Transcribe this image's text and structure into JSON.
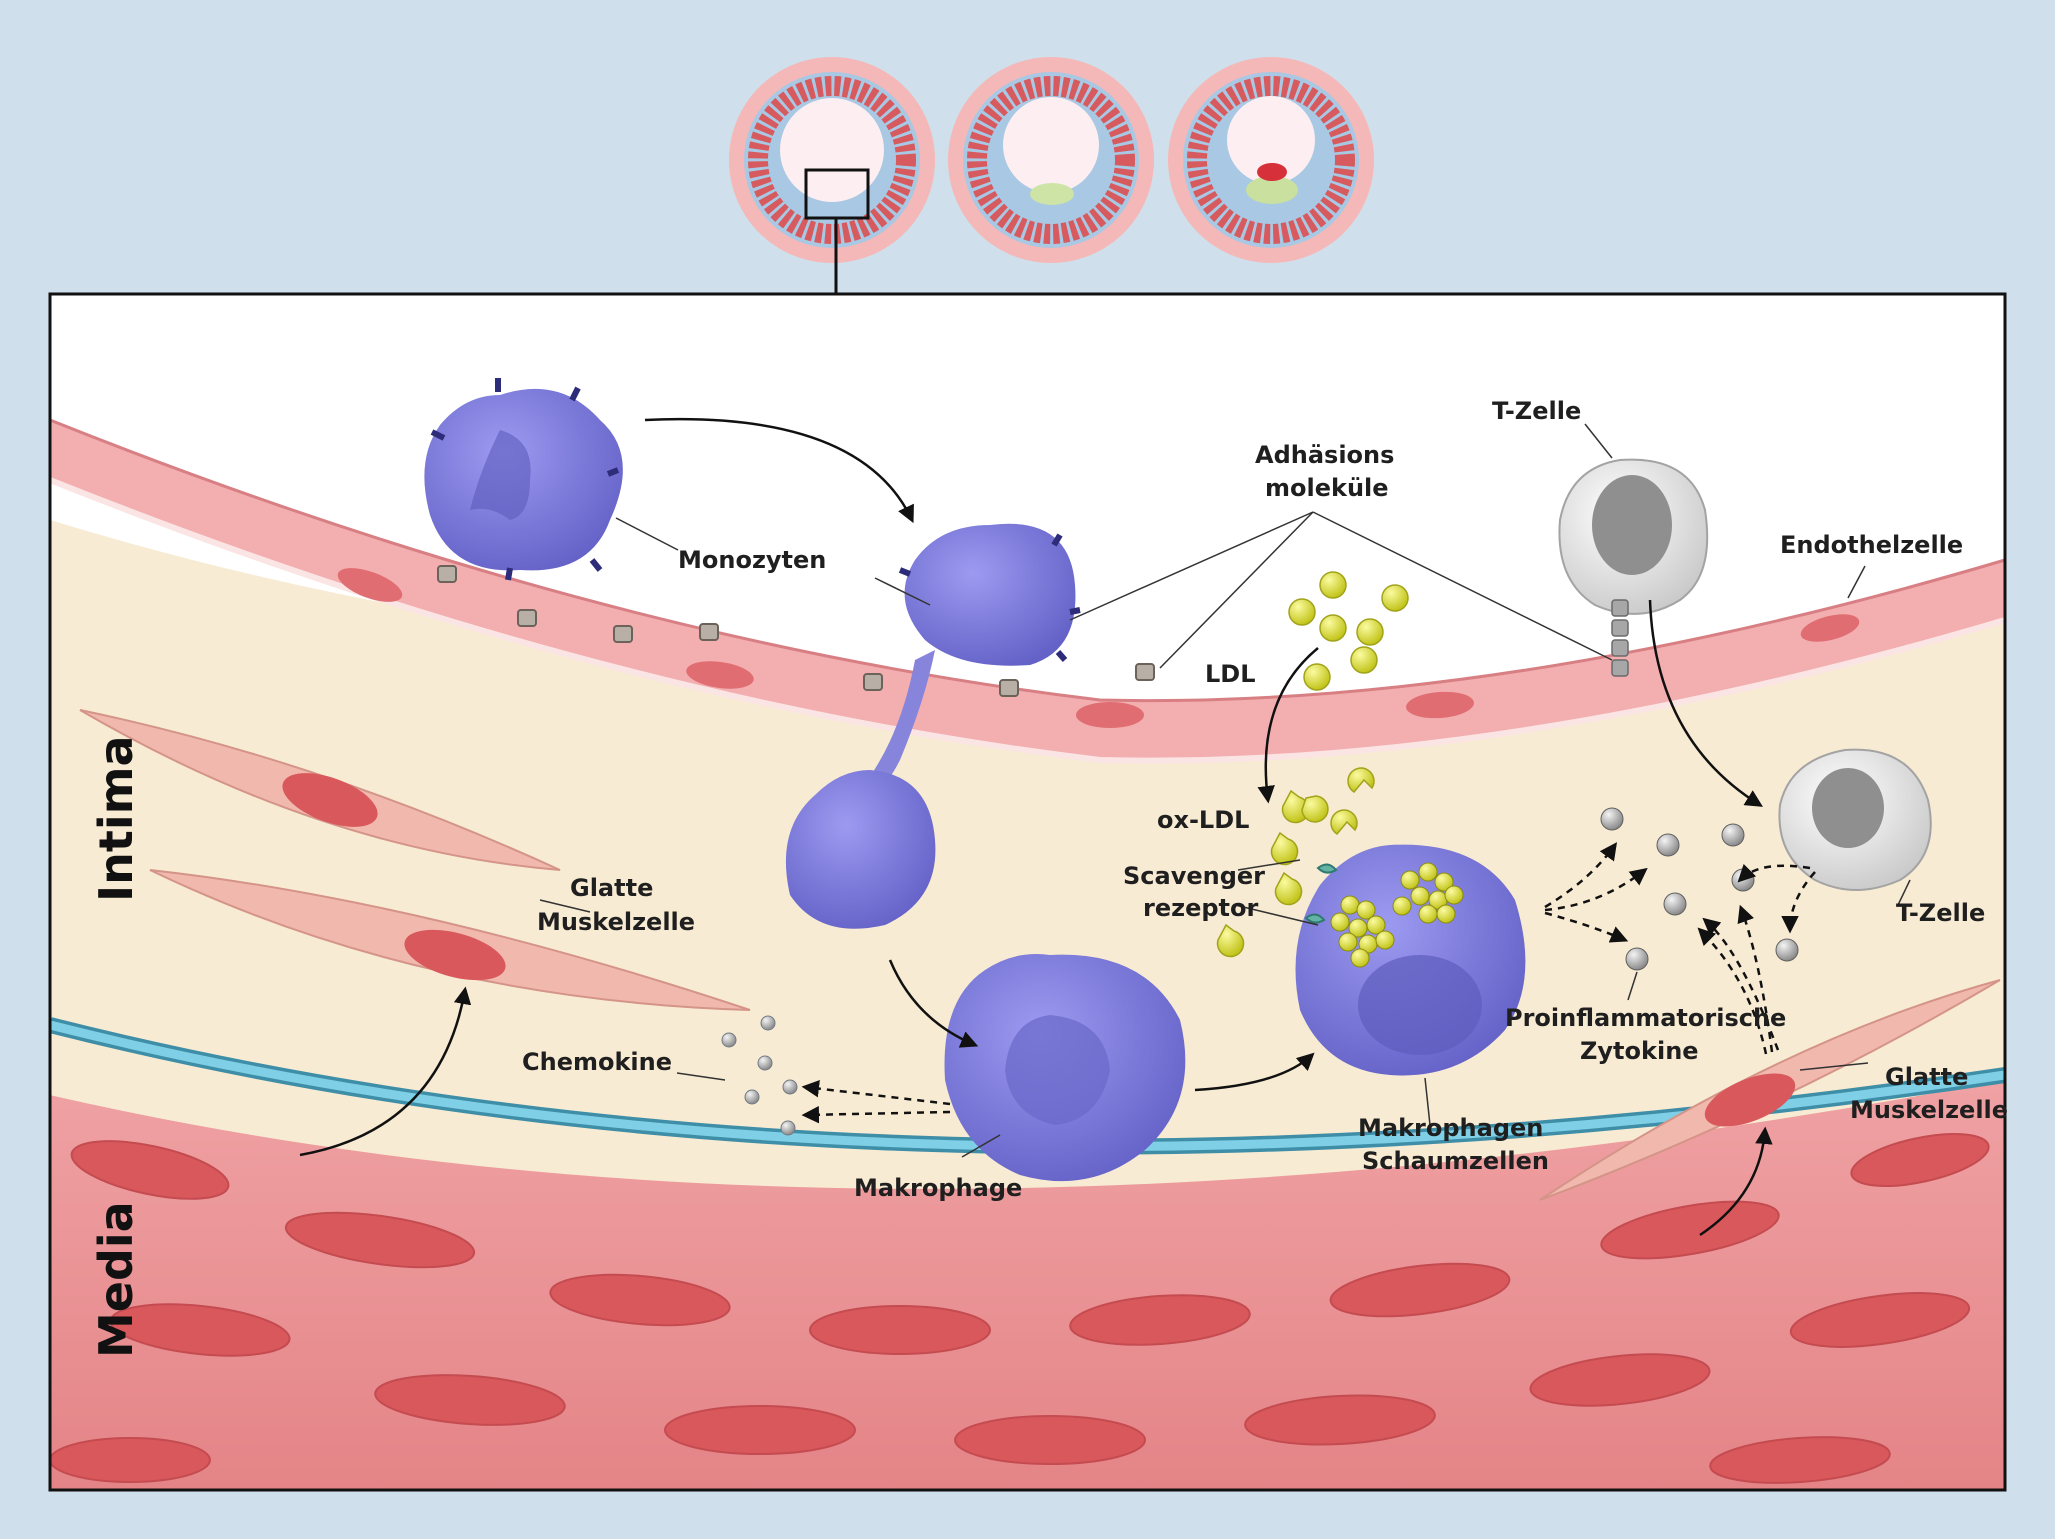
{
  "colors": {
    "page_background": "#cfe0ec",
    "vessel_outer": "#f4b8b8",
    "vessel_wall": "#a8c8e3",
    "lumen": "#fdeef1",
    "smooth_muscle": "#d9585c",
    "monocyte": "#7b79d6",
    "ldl": "#d9dd30",
    "t_cell": "#e2e2e2",
    "basement_membrane": "#5fb6cf",
    "intima": "#f8ebd3",
    "media": "#dc6f72"
  },
  "labels": {
    "monocytes": "Monozyten",
    "adhesion": [
      "Adhäsions",
      "moleküle"
    ],
    "t_cell_top": "T-Zelle",
    "endothelial": "Endothelzelle",
    "ldl": "LDL",
    "ox_ldl": "ox-LDL",
    "scavenger": [
      "Scavenger",
      "rezeptor"
    ],
    "smooth_muscle_left": [
      "Glatte",
      "Muskelzelle"
    ],
    "chemokines": "Chemokine",
    "macrophage": "Makrophage",
    "foam_cells": [
      "Makrophagen",
      "Schaumzellen"
    ],
    "cytokines": [
      "Proinflammatorische",
      "Zytokine"
    ],
    "t_cell_right": "T-Zelle",
    "smooth_muscle_right": [
      "Glatte",
      "Muskelzelle"
    ],
    "intima": "Intima",
    "media": "Media"
  }
}
